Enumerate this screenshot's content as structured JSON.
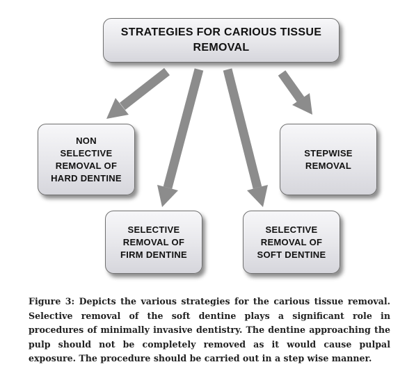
{
  "diagram": {
    "root": "STRATEGIES FOR CARIOUS TISSUE\nREMOVAL",
    "nodes": {
      "nonselective": "NON\nSELECTIVE\nREMOVAL OF\nHARD DENTINE",
      "stepwise": "STEPWISE\nREMOVAL",
      "firm": "SELECTIVE\nREMOVAL OF\nFIRM DENTINE",
      "soft": "SELECTIVE\nREMOVAL OF\nSOFT DENTINE"
    },
    "colors": {
      "arrow": "#8c8c8c",
      "box_border": "#6f6f6f",
      "box_fill_top": "#f7f7f9",
      "box_fill_bottom": "#d6d6dc"
    }
  },
  "caption": "Figure 3: Depicts the various strategies for the carious tissue removal. Selective removal of the soft dentine plays a significant role in procedures of minimally invasive dentistry. The dentine approaching the pulp should not be completely removed as it would cause pulpal exposure. The procedure should be carried out in a step wise manner."
}
